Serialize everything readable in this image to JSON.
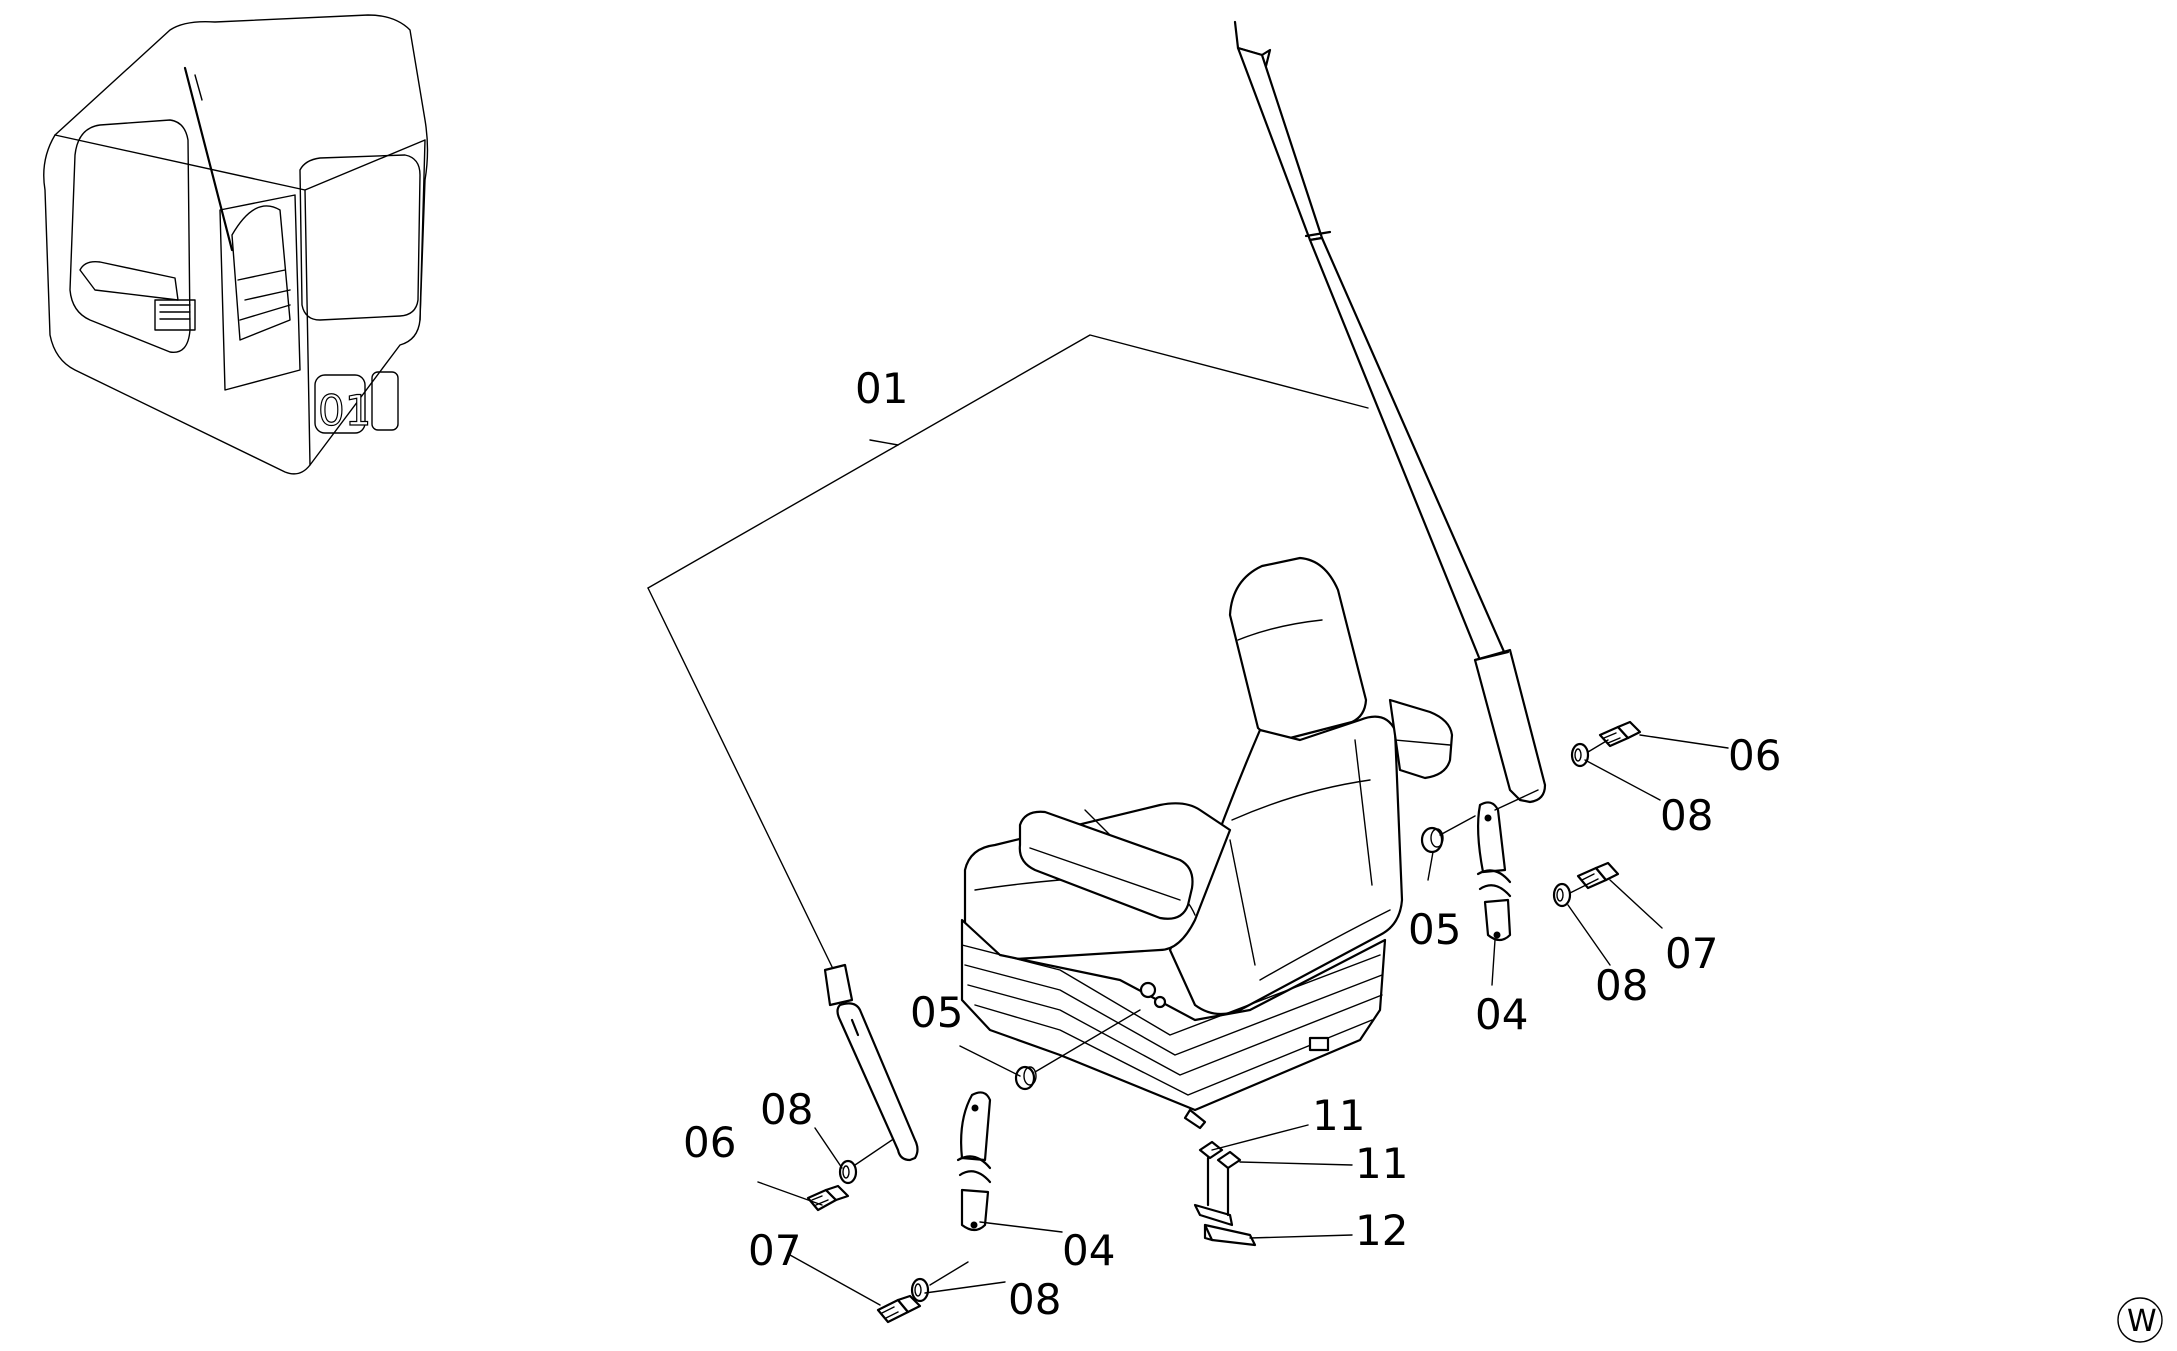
{
  "labels": {
    "p01": "01",
    "p04a": "04",
    "p04b": "04",
    "p05a": "05",
    "p05b": "05",
    "p06a": "06",
    "p06b": "06",
    "p07a": "07",
    "p07b": "07",
    "p08a": "08",
    "p08b": "08",
    "p08c": "08",
    "p08d": "08",
    "p11a": "11",
    "p11b": "11",
    "p12": "12"
  },
  "inset": {
    "cab_marker": "01"
  },
  "watermark": "W"
}
